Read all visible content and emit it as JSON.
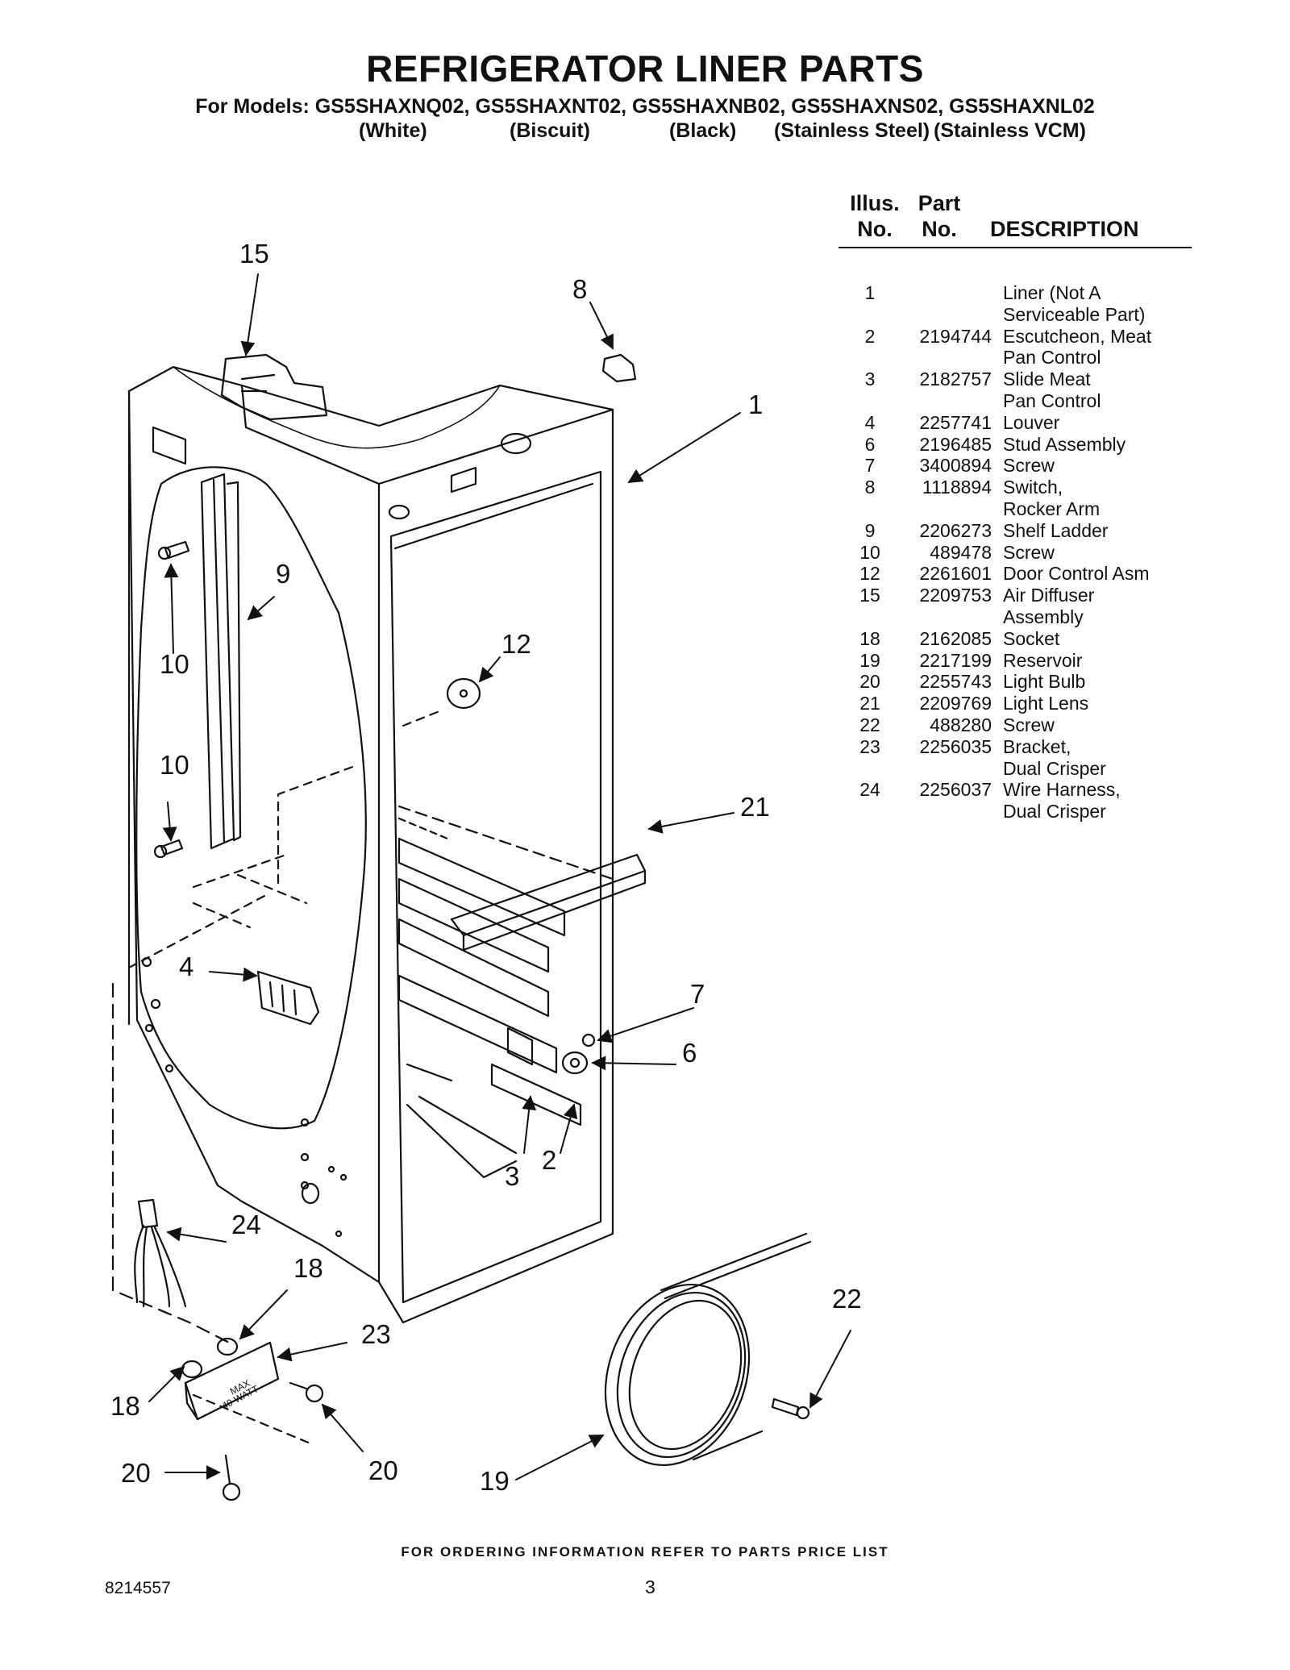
{
  "header": {
    "title": "REFRIGERATOR LINER PARTS",
    "models": "For Models: GS5SHAXNQ02, GS5SHAXNT02, GS5SHAXNB02, GS5SHAXNS02, GS5SHAXNL02",
    "colors": [
      "(White)",
      "(Biscuit)",
      "(Black)",
      "(Stainless Steel)",
      "(Stainless VCM)"
    ]
  },
  "table": {
    "headers": {
      "illus_line1": "Illus.",
      "illus_line2": "No.",
      "part_line1": "Part",
      "part_line2": "No.",
      "description": "DESCRIPTION"
    },
    "rows": [
      {
        "illus": "1",
        "part": "",
        "desc": "Liner (Not A"
      },
      {
        "illus": "",
        "part": "",
        "desc": "Serviceable Part)"
      },
      {
        "illus": "2",
        "part": "2194744",
        "desc": "Escutcheon, Meat"
      },
      {
        "illus": "",
        "part": "",
        "desc": "Pan Control"
      },
      {
        "illus": "3",
        "part": "2182757",
        "desc": "Slide Meat"
      },
      {
        "illus": "",
        "part": "",
        "desc": "Pan Control"
      },
      {
        "illus": "4",
        "part": "2257741",
        "desc": "Louver"
      },
      {
        "illus": "6",
        "part": "2196485",
        "desc": "Stud Assembly"
      },
      {
        "illus": "7",
        "part": "3400894",
        "desc": "Screw"
      },
      {
        "illus": "8",
        "part": "1118894",
        "desc": "Switch,"
      },
      {
        "illus": "",
        "part": "",
        "desc": "Rocker Arm"
      },
      {
        "illus": "9",
        "part": "2206273",
        "desc": "Shelf Ladder"
      },
      {
        "illus": "10",
        "part": "489478",
        "desc": "Screw"
      },
      {
        "illus": "12",
        "part": "2261601",
        "desc": "Door Control Asm"
      },
      {
        "illus": "15",
        "part": "2209753",
        "desc": "Air Diffuser"
      },
      {
        "illus": "",
        "part": "",
        "desc": "Assembly"
      },
      {
        "illus": "18",
        "part": "2162085",
        "desc": "Socket"
      },
      {
        "illus": "19",
        "part": "2217199",
        "desc": "Reservoir"
      },
      {
        "illus": "20",
        "part": "2255743",
        "desc": "Light Bulb"
      },
      {
        "illus": "21",
        "part": "2209769",
        "desc": "Light Lens"
      },
      {
        "illus": "22",
        "part": "488280",
        "desc": "Screw"
      },
      {
        "illus": "23",
        "part": "2256035",
        "desc": "Bracket,"
      },
      {
        "illus": "",
        "part": "",
        "desc": "Dual Crisper"
      },
      {
        "illus": "24",
        "part": "2256037",
        "desc": "Wire Harness,"
      },
      {
        "illus": "",
        "part": "",
        "desc": "Dual Crisper"
      }
    ]
  },
  "diagram": {
    "callouts": [
      "15",
      "8",
      "1",
      "9",
      "10",
      "10",
      "12",
      "21",
      "4",
      "7",
      "6",
      "3",
      "2",
      "24",
      "18",
      "23",
      "22",
      "18",
      "20",
      "20",
      "19"
    ],
    "bracket_label_line1": "MAX",
    "bracket_label_line2": "40 WATT"
  },
  "footer": {
    "ordering_note": "FOR ORDERING INFORMATION REFER TO PARTS PRICE LIST",
    "doc_number": "8214557",
    "page_number": "3"
  }
}
